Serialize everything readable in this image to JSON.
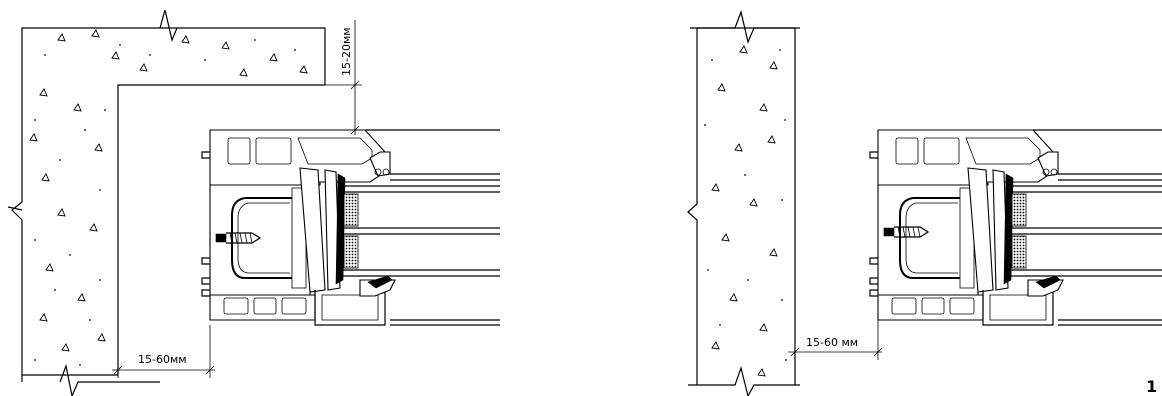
{
  "left_detail": {
    "dim_gap_bottom": "15-60мм",
    "dim_gap_top": "15-20мм"
  },
  "right_detail": {
    "dim_gap_bottom": "15-60 мм",
    "corner_label": "1"
  },
  "icons": {
    "anchor_screw": "screw-icon",
    "break_line": "break-line-icon",
    "concrete_hatch": "concrete-hatch-icon"
  }
}
